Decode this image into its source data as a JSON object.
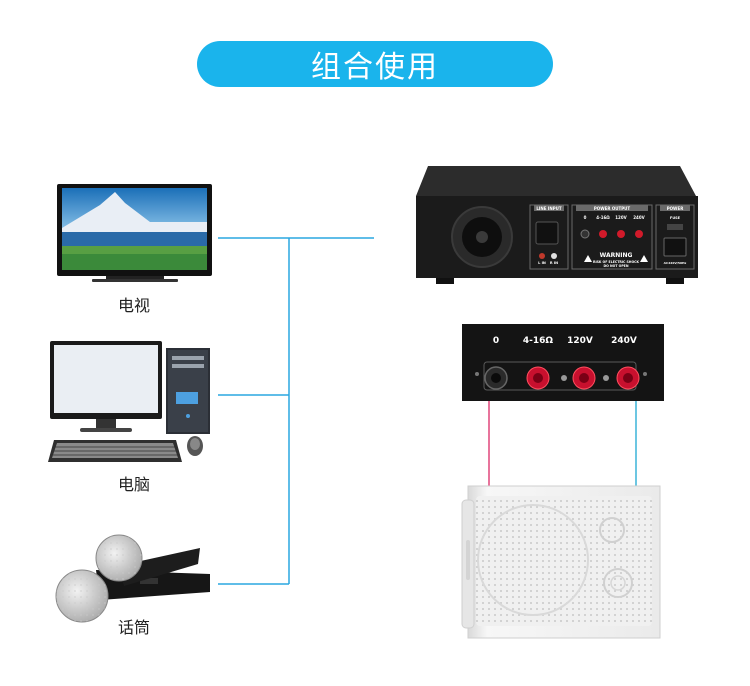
{
  "title": "组合使用",
  "devices": {
    "tv": {
      "label": "电视",
      "icon": "tv-icon"
    },
    "computer": {
      "label": "电脑",
      "icon": "desktop-computer-icon"
    },
    "microphone": {
      "label": "话筒",
      "icon": "microphone-icon"
    }
  },
  "amplifier": {
    "line_input": "LINE INPUT",
    "power_output": "POWER OUTPUT",
    "power": "POWER",
    "warning": "WARNING",
    "warning_line1": "RISK OF ELECTRIC SHOCK",
    "warning_line2": "DO NOT OPEN",
    "fuse": "FUSE",
    "ac": "AC220V/50Hz",
    "lin": "L IN",
    "rin": "R IN",
    "small_terminals": [
      "0",
      "4-16Ω",
      "120V",
      "240V"
    ]
  },
  "terminal_panel": {
    "labels": [
      "0",
      "4-16Ω",
      "120V",
      "240V"
    ]
  },
  "colors": {
    "accent": "#1ab4ec",
    "line": "#2aa7e0",
    "wire_red": "#e0457a",
    "wire_blue": "#3bb4d8"
  }
}
